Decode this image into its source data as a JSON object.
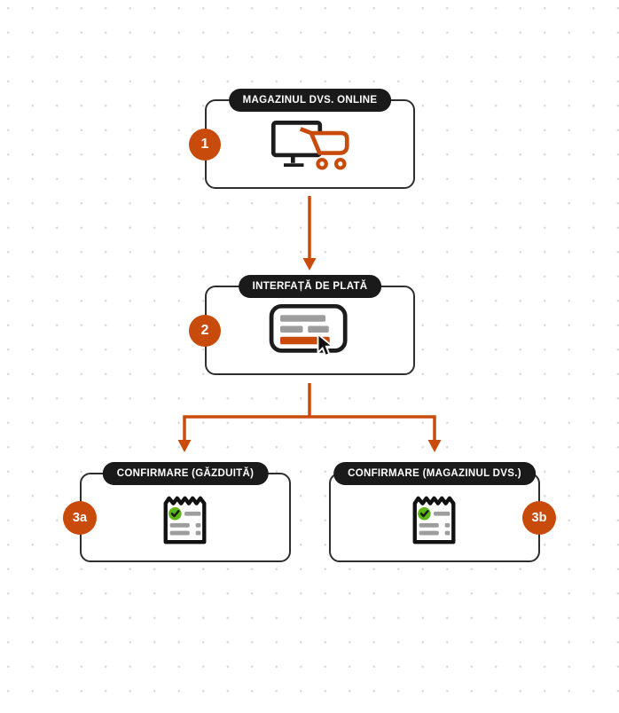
{
  "diagram": {
    "type": "payment-flowchart",
    "steps": [
      {
        "badge": "1",
        "label": "MAGAZINUL DVS. ONLINE",
        "icon": "online-store-cart-icon",
        "badge_side": "left"
      },
      {
        "badge": "2",
        "label": "INTERFAȚĂ DE PLATĂ",
        "icon": "payment-form-cursor-icon",
        "badge_side": "left"
      },
      {
        "badge": "3a",
        "label": "CONFIRMARE (GĂZDUITĂ)",
        "icon": "receipt-check-icon",
        "badge_side": "left"
      },
      {
        "badge": "3b",
        "label": "CONFIRMARE (MAGAZINUL DVS.)",
        "icon": "receipt-check-icon",
        "badge_side": "right"
      }
    ],
    "connections": [
      {
        "from": "1",
        "to": "2"
      },
      {
        "from": "2",
        "to": "3a"
      },
      {
        "from": "2",
        "to": "3b"
      }
    ],
    "colors": {
      "accent_orange": "#C94B0C",
      "pill_background": "#1A1A1A",
      "pill_text": "#FFFFFF",
      "box_border": "#2E2E2E",
      "background_dot": "#D9D9D9",
      "icon_gray": "#9D9D9D",
      "icon_green": "#5CB615",
      "icon_black": "#1C1C1C"
    }
  }
}
